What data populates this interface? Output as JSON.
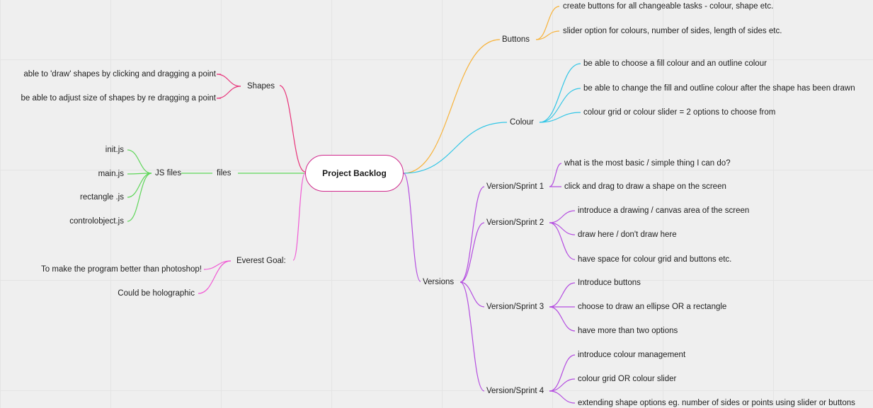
{
  "colors": {
    "shapes": "#e8347a",
    "files": "#5fd65a",
    "everest": "#f05ad4",
    "buttons": "#f7b33c",
    "colour": "#32c6e6",
    "versions": "#b44de0"
  },
  "mindmap": {
    "root": {
      "label": "Project Backlog"
    },
    "left": {
      "shapes": {
        "label": "Shapes",
        "children": [
          "able to 'draw' shapes by clicking and dragging a point",
          "be able to adjust size of shapes by re dragging a point"
        ]
      },
      "files": {
        "label": "files",
        "js": {
          "label": "JS files",
          "children": [
            "init.js",
            "main.js",
            "rectangle .js",
            "controlobject.js"
          ]
        }
      },
      "everest": {
        "label": "Everest Goal:",
        "children": [
          "To make the program better than photoshop!",
          "Could be holographic"
        ]
      }
    },
    "right": {
      "buttons": {
        "label": "Buttons",
        "children": [
          "create buttons for all changeable tasks - colour, shape etc.",
          "slider option for colours, number of sides, length of sides etc."
        ]
      },
      "colour": {
        "label": "Colour",
        "children": [
          "be able to choose a fill colour and an outline colour",
          "be able to change the fill and outline colour after the shape has been drawn",
          "colour grid or colour slider = 2 options to choose from"
        ]
      },
      "versions": {
        "label": "Versions",
        "sprints": [
          {
            "label": "Version/Sprint 1",
            "children": [
              "what is the most basic / simple thing I can do?",
              "click and drag to draw a shape on the screen"
            ]
          },
          {
            "label": "Version/Sprint 2",
            "children": [
              "introduce a drawing / canvas area of the screen",
              "draw here / don't draw here",
              "have space for colour grid and buttons etc."
            ]
          },
          {
            "label": "Version/Sprint 3",
            "children": [
              "Introduce buttons",
              "choose to draw an ellipse OR a rectangle",
              "have more than two options"
            ]
          },
          {
            "label": "Version/Sprint 4",
            "children": [
              "introduce colour management",
              "colour grid OR colour slider",
              "extending shape options eg. number of sides or points using slider or buttons"
            ]
          }
        ]
      }
    }
  }
}
